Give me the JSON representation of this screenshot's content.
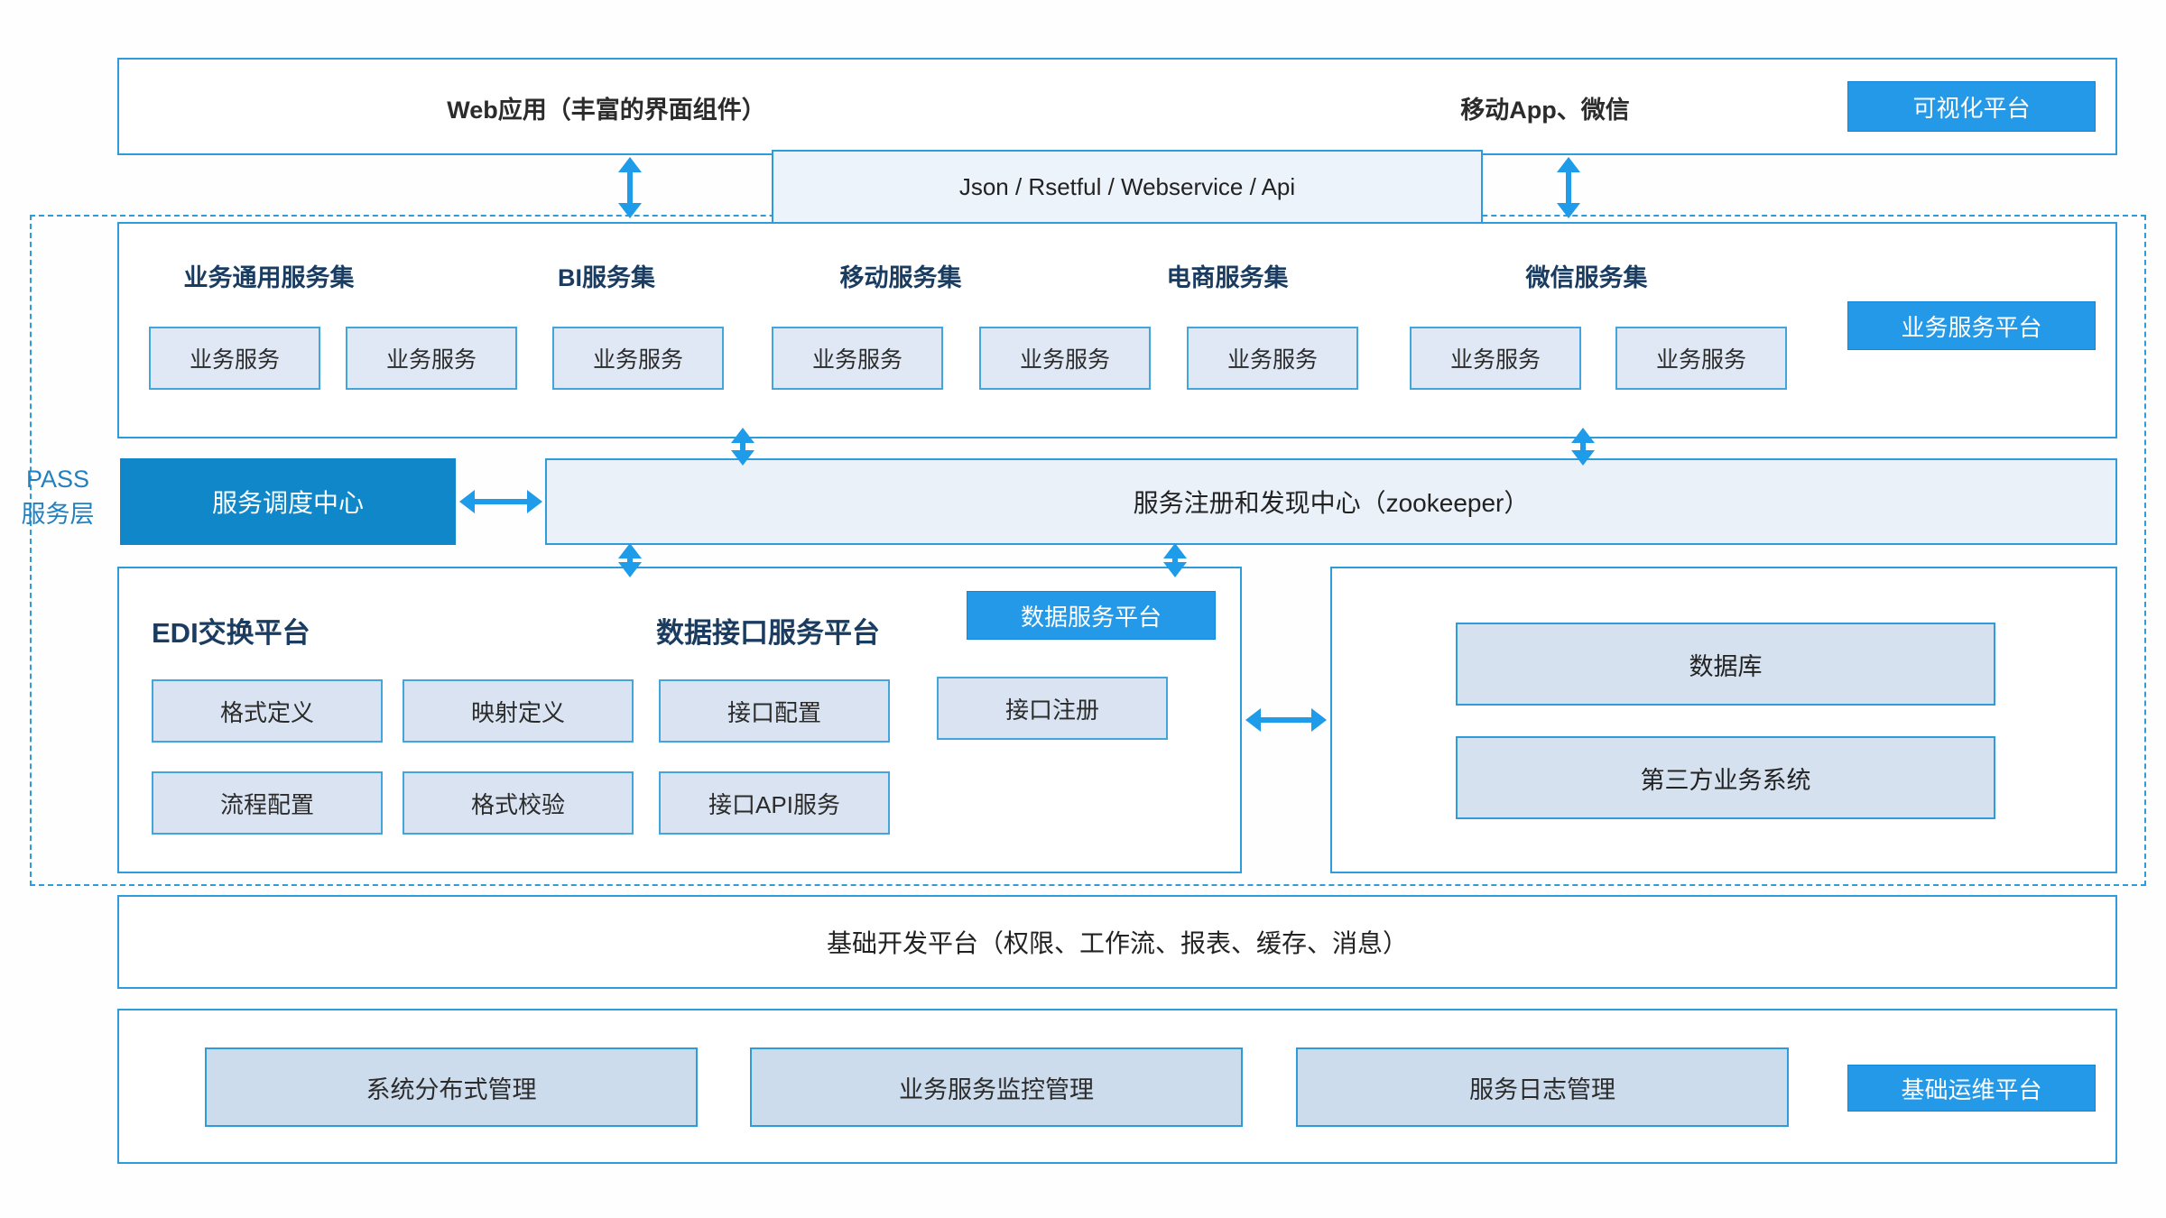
{
  "colors": {
    "accent": "#2499E8",
    "accent_deep": "#0F87C8",
    "line_blue": "#2E9BDA",
    "arrow_blue": "#1E9BE9",
    "header_navy": "#1B3C61"
  },
  "client_layer": {
    "web_app": "Web应用（丰富的界面组件）",
    "mobile_app": "移动App、微信",
    "badge": "可视化平台"
  },
  "api_bar": {
    "label": "Json / Rsetful / Webservice / Api"
  },
  "pass_layer": {
    "line1": "PASS",
    "line2": "服务层"
  },
  "business_platform": {
    "badge": "业务服务平台",
    "group_titles": [
      "业务通用服务集",
      "BI服务集",
      "移动服务集",
      "电商服务集",
      "微信服务集"
    ],
    "service_label": "业务服务"
  },
  "middleware": {
    "dispatch_center": "服务调度中心",
    "registry": "服务注册和发现中心（zookeeper）"
  },
  "data_platform": {
    "edi_title": "EDI交换平台",
    "interface_title": "数据接口服务平台",
    "badge": "数据服务平台",
    "row1": [
      "格式定义",
      "映射定义",
      "接口配置",
      "接口注册"
    ],
    "row2": [
      "流程配置",
      "格式校验",
      "接口API服务"
    ]
  },
  "external": {
    "database": "数据库",
    "third_party": "第三方业务系统"
  },
  "base_dev": {
    "label": "基础开发平台（权限、工作流、报表、缓存、消息）"
  },
  "ops": {
    "badge": "基础运维平台",
    "items": [
      "系统分布式管理",
      "业务服务监控管理",
      "服务日志管理"
    ]
  }
}
